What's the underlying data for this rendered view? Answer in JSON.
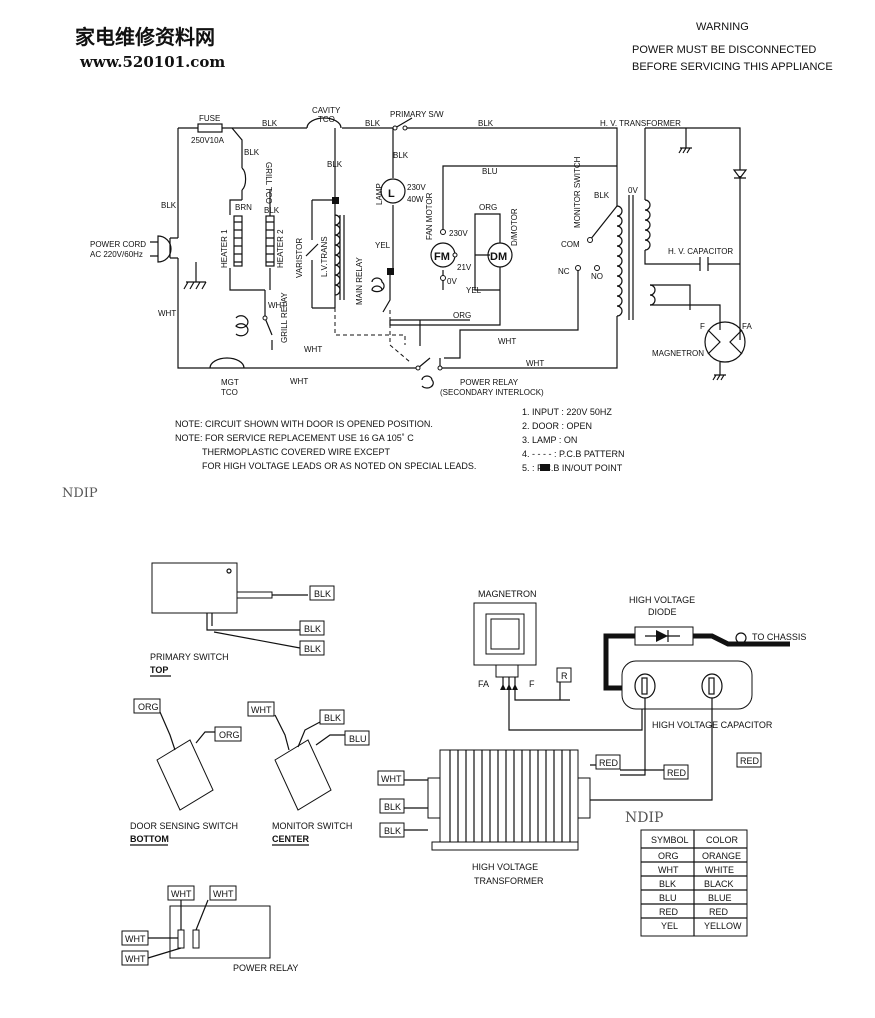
{
  "header": {
    "site_cn": "家电维修资料网",
    "site_url": "www.520101.com",
    "warning_title": "WARNING",
    "warning_line1": "POWER MUST BE DISCONNECTED",
    "warning_line2": "BEFORE SERVICING THIS APPLIANCE"
  },
  "schematic": {
    "fuse": "FUSE",
    "fuse_rating": "250V10A",
    "cavity_tco_1": "CAVITY",
    "cavity_tco_2": "TCO",
    "primary_sw": "PRIMARY S/W",
    "hv_transformer": "H. V. TRANSFORMER",
    "grill_tco": "GRILL TCO",
    "lamp": "LAMP",
    "lamp_letter": "L",
    "lamp_v": "230V",
    "lamp_w": "40W",
    "power_cord_1": "POWER CORD",
    "power_cord_2": "AC 220V/60Hz",
    "heater1": "HEATER 1",
    "heater2": "HEATER 2",
    "varistor": "VARISTOR",
    "lv_trans": "L.V.TRANS",
    "main_relay": "MAIN RELAY",
    "fan_motor": "FAN MOTOR",
    "fm": "FM",
    "dm": "DM",
    "d_motor": "D/MOTOR",
    "v230": "230V",
    "v21": "21V",
    "v0": "0V",
    "v0b": "0V",
    "monitor_switch": "MONITOR SWITCH",
    "com": "COM",
    "nc": "NC",
    "no": "NO",
    "hv_capacitor": "H. V. CAPACITOR",
    "f": "F",
    "fa": "FA",
    "magnetron": "MAGNETRON",
    "grill_relay": "GRILL RELAY",
    "mgt_tco_1": "MGT",
    "mgt_tco_2": "TCO",
    "power_relay": "POWER RELAY",
    "secondary_interlock": "(SECONDARY INTERLOCK)",
    "w_blk": "BLK",
    "w_brn": "BRN",
    "w_wht": "WHT",
    "w_yel": "YEL",
    "w_blu": "BLU",
    "w_org": "ORG"
  },
  "notes": {
    "note1": "NOTE: CIRCUIT SHOWN WITH DOOR IS OPENED POSITION.",
    "note2": "NOTE: FOR SERVICE REPLACEMENT USE 16  GA 105˚ C",
    "note3": "THERMOPLASTIC COVERED WIRE EXCEPT",
    "note4": "FOR HIGH VOLTAGE LEADS OR AS NOTED ON SPECIAL LEADS."
  },
  "legend_list": [
    "1. INPUT : 220V 50HZ",
    "2. DOOR  : OPEN",
    "3. LAMP  : ON",
    "4.  - - - - : P.C.B PATTERN",
    "5.        : P.C.B IN/OUT POINT"
  ],
  "watermark": "NDIP",
  "parts": {
    "primary_switch": "PRIMARY SWITCH",
    "top": "TOP",
    "door_sensing_switch": "DOOR SENSING SWITCH",
    "bottom": "BOTTOM",
    "monitor_switch": "MONITOR SWITCH",
    "center": "CENTER",
    "power_relay": "POWER RELAY",
    "magnetron": "MAGNETRON",
    "fa": "FA",
    "f": "F",
    "r": "R",
    "hv_diode_1": "HIGH VOLTAGE",
    "hv_diode_2": "DIODE",
    "to_chassis": "TO CHASSIS",
    "hv_capacitor": "HIGH VOLTAGE CAPACITOR",
    "hv_transformer_1": "HIGH VOLTAGE",
    "hv_transformer_2": "TRANSFORMER",
    "lbl_blk": "BLK",
    "lbl_org": "ORG",
    "lbl_wht": "WHT",
    "lbl_blu": "BLU",
    "lbl_red": "RED"
  },
  "color_table": {
    "headers": [
      "SYMBOL",
      "COLOR"
    ],
    "rows": [
      [
        "ORG",
        "ORANGE"
      ],
      [
        "WHT",
        "WHITE"
      ],
      [
        "BLK",
        "BLACK"
      ],
      [
        "BLU",
        "BLUE"
      ],
      [
        "RED",
        "RED"
      ],
      [
        "YEL",
        "YELLOW"
      ]
    ]
  }
}
